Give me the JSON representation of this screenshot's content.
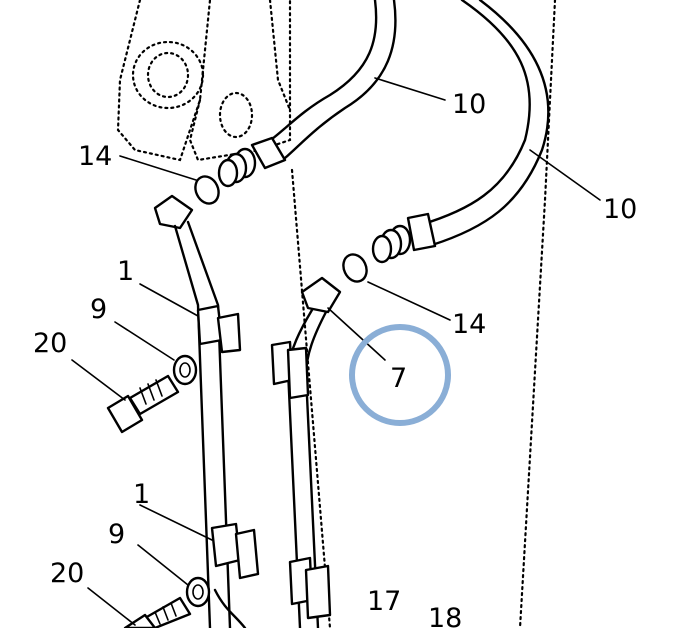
{
  "labels": {
    "hose_upper": "10",
    "hose_right": "10",
    "oring_left": "14",
    "oring_right": "14",
    "tube_right": "7",
    "clamp_upper": "1",
    "washer_upper": "9",
    "bolt_upper": "20",
    "clamp_lower": "1",
    "washer_lower": "9",
    "bolt_lower": "20",
    "bottom_a": "17",
    "bottom_b": "18"
  },
  "highlight": {
    "target": "7",
    "color": "#8aaed6"
  },
  "colors": {
    "line": "#000000",
    "background": "#ffffff"
  }
}
